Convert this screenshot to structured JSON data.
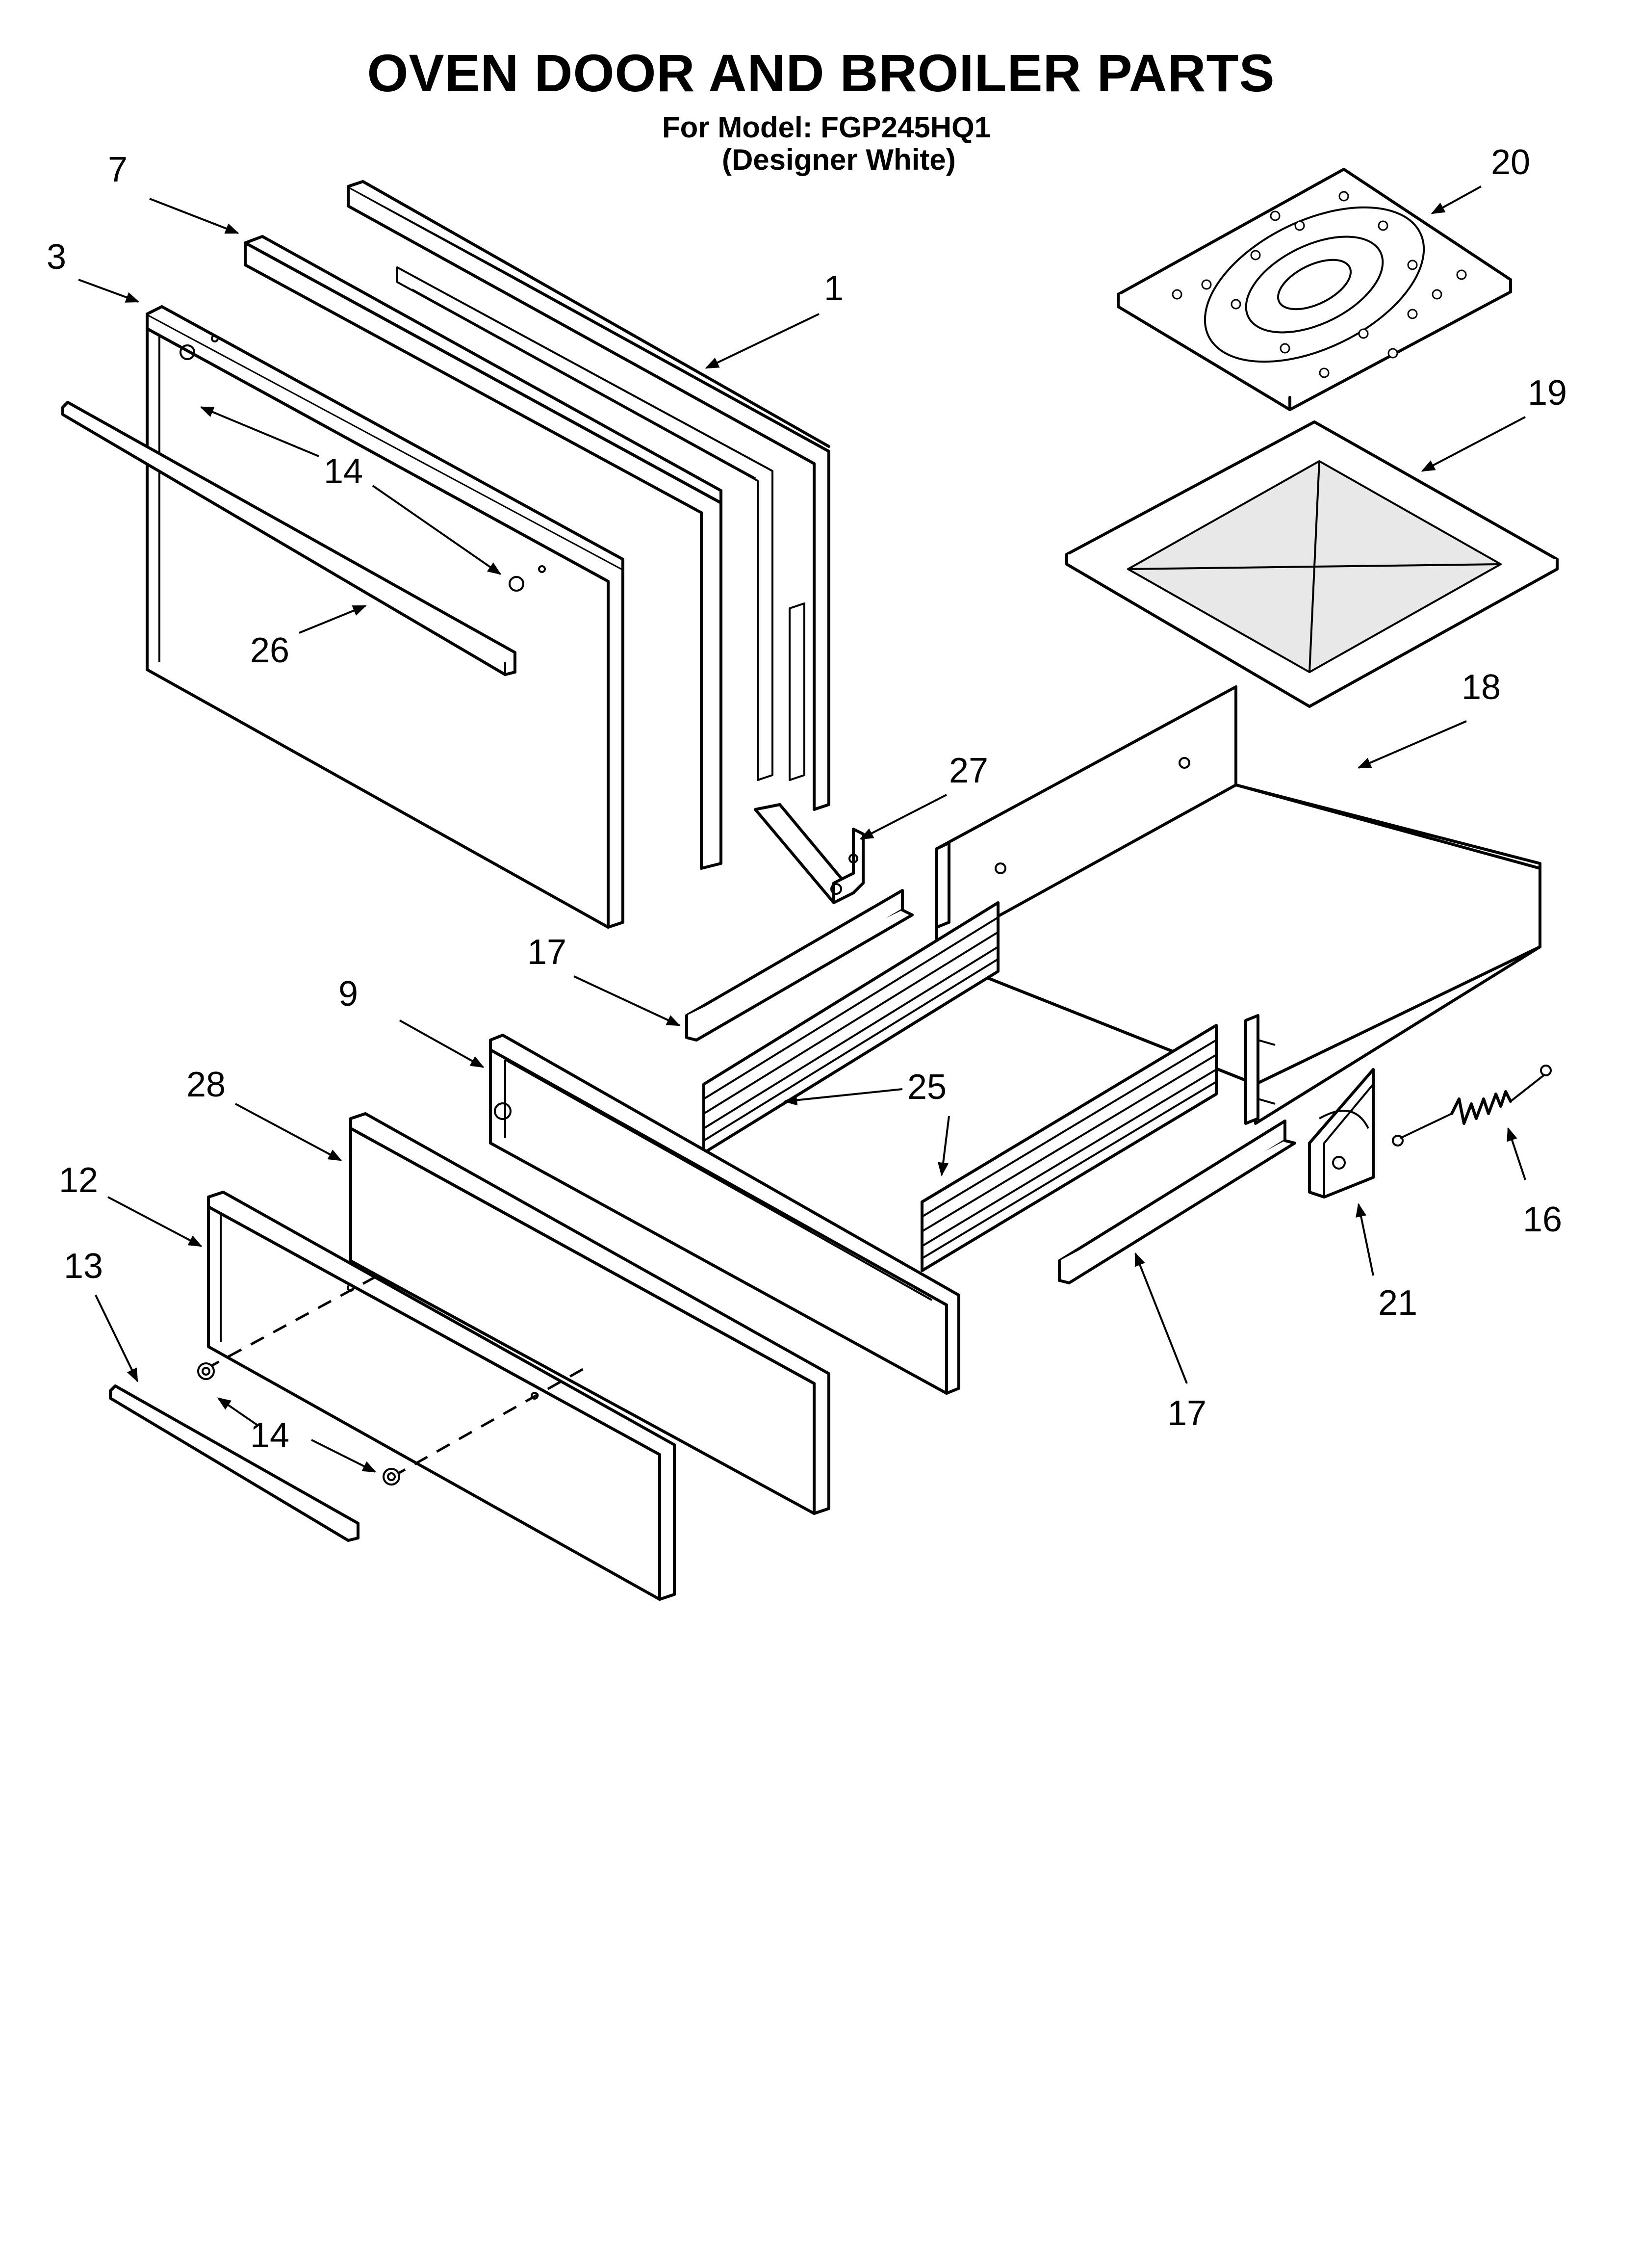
{
  "title": "OVEN DOOR AND BROILER PARTS",
  "model_line": "For Model: FGP245HQ1",
  "variant_line": "(Designer White)",
  "callouts": {
    "p1": "1",
    "p3": "3",
    "p7": "7",
    "p9": "9",
    "p12": "12",
    "p13": "13",
    "p14": "14",
    "p16": "16",
    "p17": "17",
    "p18": "18",
    "p19": "19",
    "p20": "20",
    "p21": "21",
    "p25": "25",
    "p26": "26",
    "p27": "27",
    "p28": "28"
  }
}
